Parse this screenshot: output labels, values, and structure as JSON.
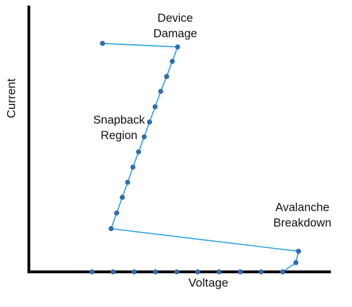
{
  "chart_data": {
    "type": "line",
    "xlabel": "Voltage",
    "ylabel": "Current",
    "xlim": [
      0,
      100
    ],
    "ylim": [
      0,
      100
    ],
    "grid": false,
    "legend": "none",
    "colors": {
      "line": "#29A3DD",
      "marker": "#2E6DB0",
      "axis": "#000000"
    },
    "series": [
      {
        "points": [
          {
            "x": 21.3,
            "y": 0.0
          },
          {
            "x": 28.5,
            "y": 0.0
          },
          {
            "x": 35.6,
            "y": 0.0
          },
          {
            "x": 42.8,
            "y": 0.0
          },
          {
            "x": 50.0,
            "y": 0.0
          },
          {
            "x": 57.1,
            "y": 0.0
          },
          {
            "x": 64.3,
            "y": 0.0
          },
          {
            "x": 71.5,
            "y": 0.0
          },
          {
            "x": 78.6,
            "y": 0.0
          },
          {
            "x": 85.8,
            "y": 0.0
          },
          {
            "x": 90.3,
            "y": 4.5
          },
          {
            "x": 91.2,
            "y": 10.0
          },
          {
            "x": 27.8,
            "y": 21.0
          },
          {
            "x": 29.7,
            "y": 28.6
          },
          {
            "x": 31.6,
            "y": 36.2
          },
          {
            "x": 33.4,
            "y": 43.5
          },
          {
            "x": 35.2,
            "y": 50.9
          },
          {
            "x": 37.1,
            "y": 58.3
          },
          {
            "x": 39.0,
            "y": 65.6
          },
          {
            "x": 40.8,
            "y": 72.8
          },
          {
            "x": 42.7,
            "y": 80.2
          },
          {
            "x": 44.6,
            "y": 87.7
          },
          {
            "x": 46.6,
            "y": 94.9
          },
          {
            "x": 48.5,
            "y": 102.3
          },
          {
            "x": 50.3,
            "y": 109.3
          },
          {
            "x": 24.9,
            "y": 111.0
          }
        ]
      }
    ],
    "annotations": [
      {
        "lines": [
          "Device",
          "Damage"
        ],
        "x": 49.5,
        "y": 121.5
      },
      {
        "lines": [
          "Snapback",
          "Region"
        ],
        "x": 30.5,
        "y": 72.0
      },
      {
        "lines": [
          "Avalanche",
          "Breakdown"
        ],
        "x": 92.5,
        "y": 29.5
      }
    ]
  }
}
